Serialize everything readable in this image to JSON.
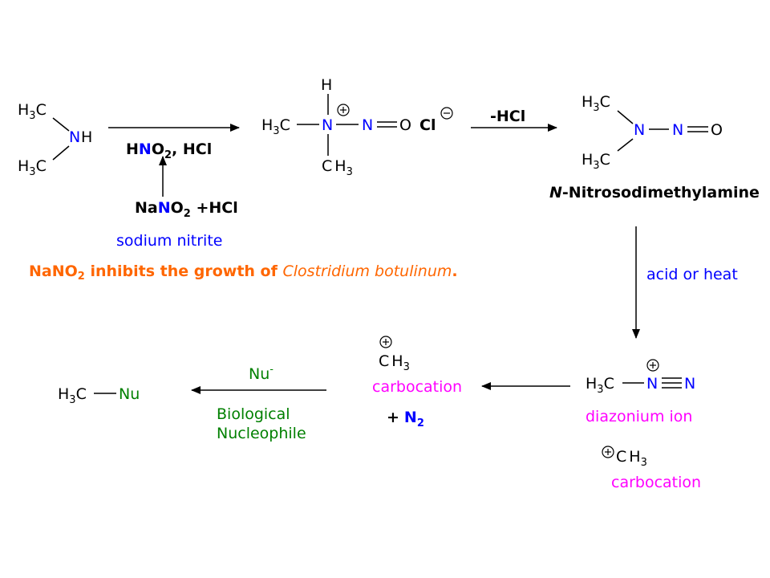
{
  "colors": {
    "nitrogen": "#0000ff",
    "cation_label": "#ff00ff",
    "nucleophile": "#008000",
    "note": "#ff6600",
    "bonds": "#000000"
  },
  "dimethylamine": {
    "h3c_top": {
      "h": "H",
      "sub": "3",
      "c": "C"
    },
    "h3c_bottom": {
      "h": "H",
      "sub": "3",
      "c": "C"
    },
    "n": "N",
    "h": "H"
  },
  "step1": {
    "reagent": {
      "h": "H",
      "n": "N",
      "o": "O",
      "sub": "2",
      "rest": ", HCl"
    }
  },
  "nitrite": {
    "na": "Na",
    "n": "N",
    "o": "O",
    "sub": "2",
    "rest": " +HCl",
    "label": "sodium nitrite"
  },
  "intermediate": {
    "h": "H",
    "h3c": {
      "h": "H",
      "sub": "3",
      "c": "C"
    },
    "n1": "N",
    "n2": "N",
    "o": "O",
    "cl": "Cl",
    "ch3": {
      "c": "C",
      "h": "H",
      "sub": "3"
    }
  },
  "step2": {
    "label": "-HCl"
  },
  "ndma": {
    "h3c_top": {
      "h": "H",
      "sub": "3",
      "c": "C"
    },
    "h3c_bottom": {
      "h": "H",
      "sub": "3",
      "c": "C"
    },
    "n1": "N",
    "n2": "N",
    "o": "O",
    "name_prefix": "N",
    "name_rest": "-Nitrosodimethylamine"
  },
  "note": {
    "part1": "NaNO",
    "sub": "2",
    "part2": " inhibits the growth of ",
    "organism": "Clostridium botulinum",
    "period": "."
  },
  "step3": {
    "label": "acid or heat"
  },
  "diazonium": {
    "h3c": {
      "h": "H",
      "sub": "3",
      "c": "C"
    },
    "n1": "N",
    "n2": "N",
    "label": "diazonium ion"
  },
  "carbocation_lower": {
    "c": "C",
    "h": "H",
    "sub": "3",
    "label": "carbocation"
  },
  "carbocation": {
    "c": "C",
    "h": "H",
    "sub": "3",
    "label": "carbocation"
  },
  "byproduct": {
    "plus": "+",
    "n": "N",
    "sub": "2"
  },
  "step5": {
    "nu": "Nu",
    "charge": "-",
    "line1": "Biological",
    "line2": "Nucleophile"
  },
  "product": {
    "h3c": {
      "h": "H",
      "sub": "3",
      "c": "C"
    },
    "nu": "Nu"
  }
}
